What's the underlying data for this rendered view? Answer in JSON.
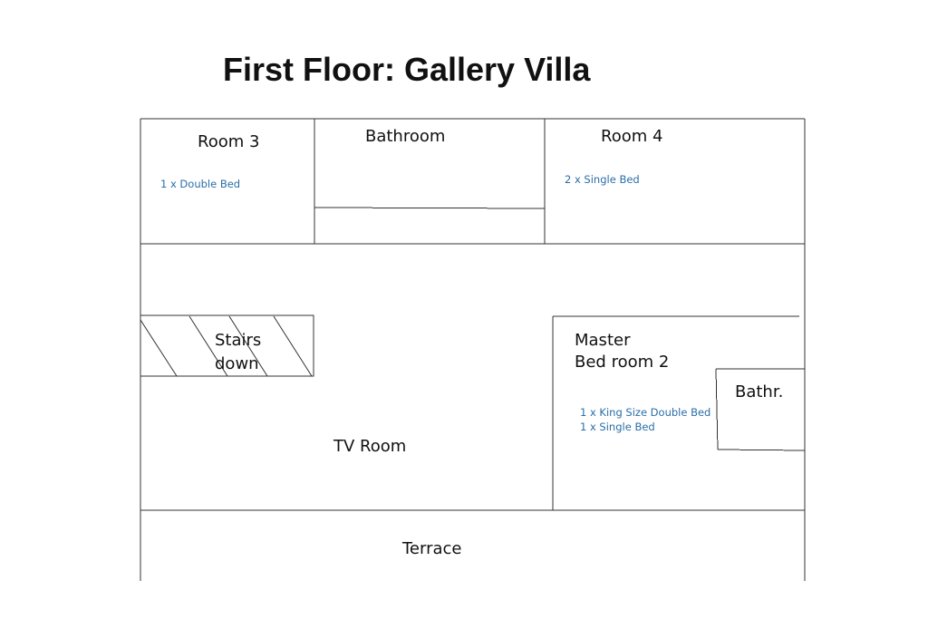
{
  "title": "First Floor: Gallery Villa",
  "colors": {
    "line": "#333333",
    "text": "#111111",
    "note": "#2a6ea8"
  },
  "rooms": {
    "room3": "Room 3",
    "bathroom": "Bathroom",
    "room4": "Room 4",
    "stairs_line1": "Stairs",
    "stairs_line2": "down",
    "master_line1": "Master",
    "master_line2": "Bed room 2",
    "bathr": "Bathr.",
    "tv_room": "TV Room",
    "terrace": "Terrace"
  },
  "notes": {
    "room3_bed": "1 x Double Bed",
    "room4_bed": "2 x Single Bed",
    "master_bed1": "1 x King Size Double Bed",
    "master_bed2": "1 x Single Bed"
  }
}
